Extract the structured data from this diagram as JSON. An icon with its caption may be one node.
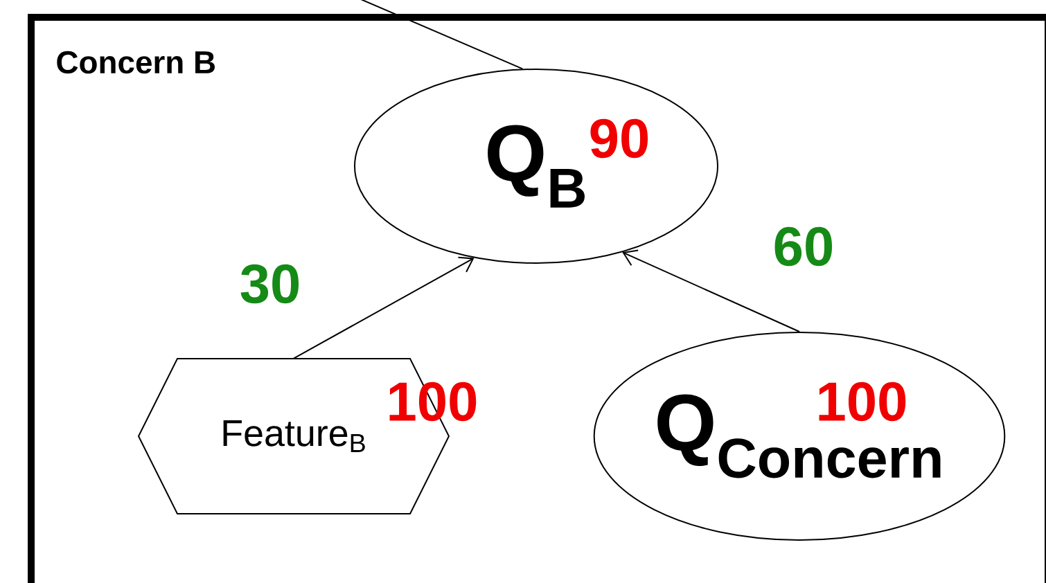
{
  "diagram": {
    "nodes": [
      {
        "text": [
          "Concern B"
        ]
      },
      {
        "text": [
          "Q$_{B}$",
          "90"
        ],
        "in": 0
      },
      {
        "text": [
          "Feature$_{B}$",
          "100"
        ],
        "in": 0
      },
      {
        "text": [
          "Q$_{Concern}$",
          "100"
        ],
        "in": 0
      }
    ],
    "edges": [
      {
        "from": null,
        "to": 1,
        "arrow": "none"
      },
      {
        "from": 2,
        "to": 1,
        "arrow": "to",
        "label": "30"
      },
      {
        "from": 3,
        "to": 1,
        "arrow": "to",
        "label": "60"
      }
    ]
  }
}
